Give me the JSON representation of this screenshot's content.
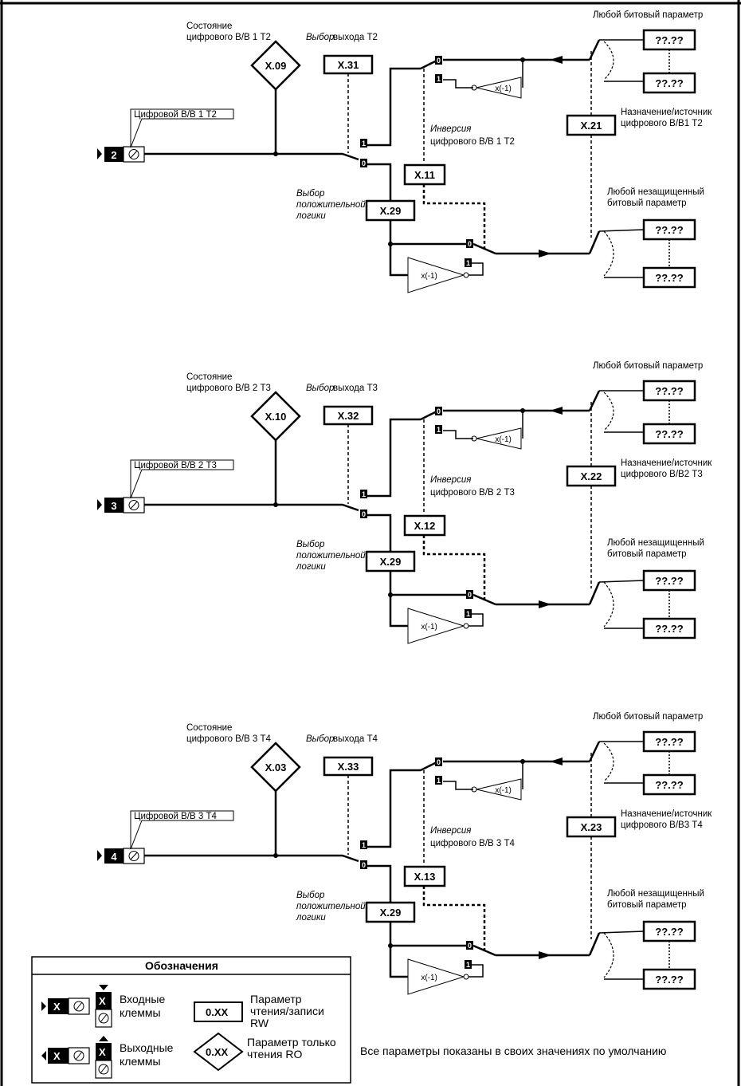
{
  "legend": {
    "title": "Обозначения",
    "input_terminals": "Входные\nклеммы",
    "output_terminals": "Выходные\nклеммы",
    "rw_param_box": "0.XX",
    "rw_param_desc": "Параметр\nчтения/записи\nRW",
    "ro_param_box": "0.XX",
    "ro_param_desc": "Параметр только\nчтения RO",
    "terminal_x": "X"
  },
  "footer_note": "Все параметры показаны в своих значениях по умолчанию",
  "common": {
    "any_bit_param": "Любой битовый параметр",
    "any_unprot_bit_param": "Любой незащищенный\nбитовый параметр",
    "placeholder_param": "??.??",
    "pos_logic_select": "Выбор\nположительной\nлогики",
    "pos_logic_param": "X.29",
    "invert_gain": "x(-1)",
    "sw_0": "0",
    "sw_1": "1"
  },
  "sections": [
    {
      "status_label": "Состояние\nцифрового В/В 1 Т2",
      "status_param": "X.09",
      "output_select_italic": "Выбор",
      "output_select_rest": " выхода Т2",
      "output_select_param": "X.31",
      "terminal_label": "Цифровой В/В 1 Т2",
      "terminal_number": "2",
      "terminal_dir": "in",
      "invert_italic": "Инверсия",
      "invert_rest": "цифрового В/В 1 Т2",
      "invert_param": "X.11",
      "dest_param": "X.21",
      "dest_label": "Назначение/источник\nцифрового В/В1 Т2"
    },
    {
      "status_label": "Состояние\nцифрового В/В 2 Т3",
      "status_param": "X.10",
      "output_select_italic": "Выбор",
      "output_select_rest": " выхода Т3",
      "output_select_param": "X.32",
      "terminal_label": "Цифровой В/В 2 Т3",
      "terminal_number": "3",
      "terminal_dir": "in",
      "invert_italic": "Инверсия",
      "invert_rest": "цифрового В/В 2 Т3",
      "invert_param": "X.12",
      "dest_param": "X.22",
      "dest_label": "Назначение/источник\nцифрового В/В2 Т3"
    },
    {
      "status_label": "Состояние\nцифрового В/В 3 Т4",
      "status_param": "X.03",
      "output_select_italic": "Выбор",
      "output_select_rest": " выхода Т4",
      "output_select_param": "X.33",
      "terminal_label": "Цифровой В/В 3 Т4",
      "terminal_number": "4",
      "terminal_dir": "in",
      "invert_italic": "Инверсия",
      "invert_rest": "цифрового В/В 3 Т4",
      "invert_param": "X.13",
      "dest_param": "X.23",
      "dest_label": "Назначение/источник\nцифрового В/В3 Т4"
    }
  ]
}
